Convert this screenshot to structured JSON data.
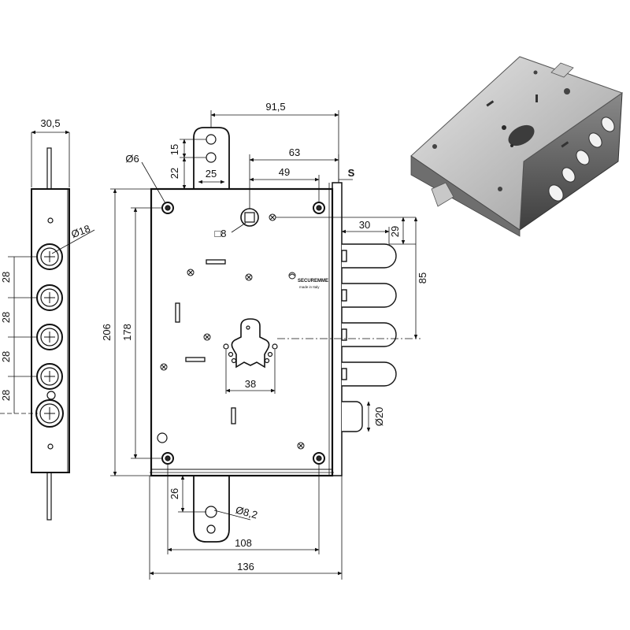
{
  "side_view": {
    "width": "30,5",
    "cylinder_diameter": "Ø18",
    "spacings": [
      "28",
      "28",
      "28",
      "28"
    ]
  },
  "front_view": {
    "total_width": "91,5",
    "offset_15": "15",
    "offset_22": "22",
    "tab_width": "25",
    "hole_diameter": "Ø6",
    "distance_63": "63",
    "distance_49": "49",
    "label_s": "S",
    "square_spindle": "□8",
    "bolt_30": "30",
    "bolt_29": "29",
    "bolt_85": "85",
    "height_206": "206",
    "height_178": "178",
    "cylinder_38": "38",
    "latch_diameter": "Ø20",
    "tab_26": "26",
    "hole_82": "Ø8,2",
    "width_108": "108",
    "width_136": "136"
  },
  "brand": {
    "name": "SECUREMME",
    "tagline": "made in Italy"
  },
  "colors": {
    "line": "#111111",
    "plate": "#ffffff",
    "hole": "#2a2a2a"
  }
}
